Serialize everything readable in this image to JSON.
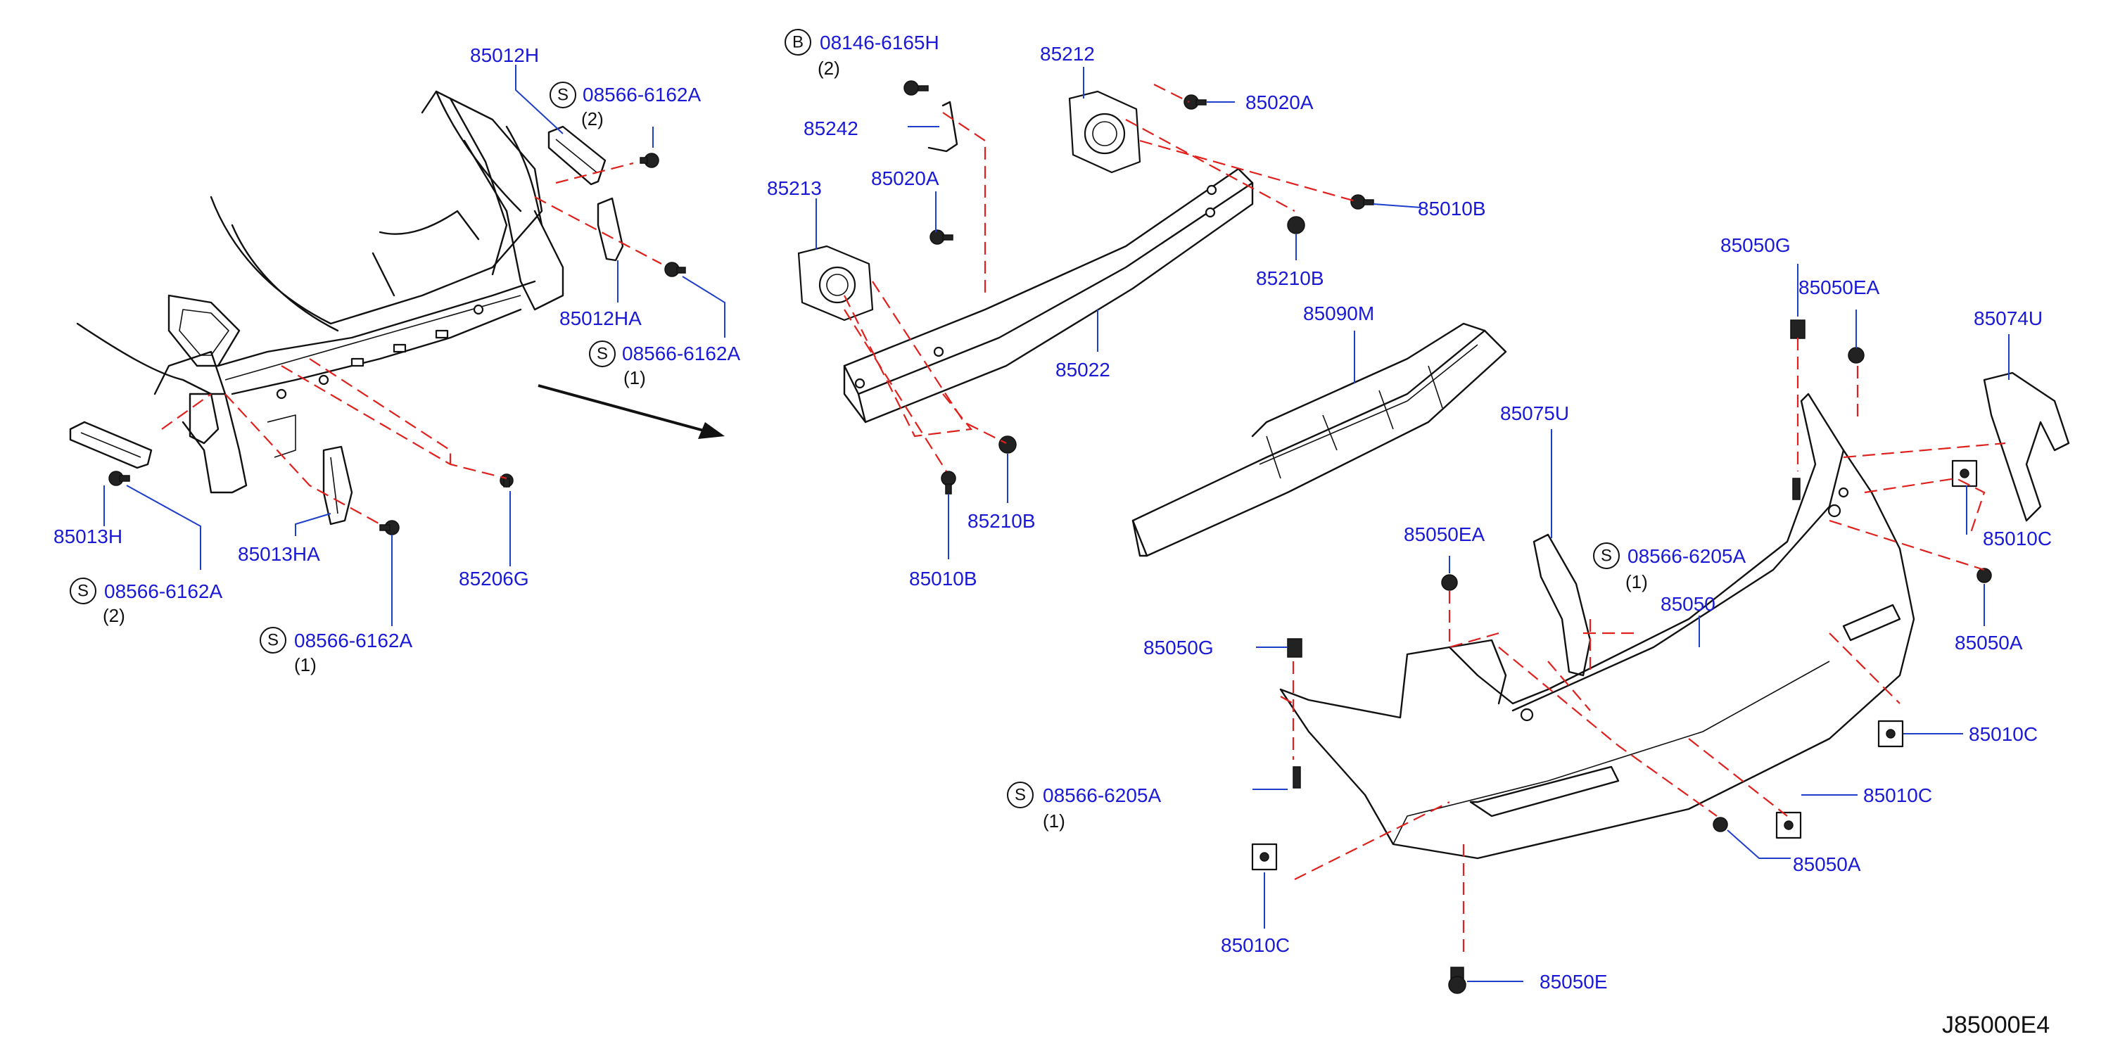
{
  "diagram_code": "J85000E4",
  "callouts": [
    {
      "text": "85012H"
    },
    {
      "text": "08566-6162A",
      "symbol": "S",
      "qty": "(2)"
    },
    {
      "text": "08566-6162A",
      "symbol": "S",
      "qty": "(1)"
    },
    {
      "text": "85012HA"
    },
    {
      "text": "85013H"
    },
    {
      "text": "08566-6162A",
      "symbol": "S",
      "qty": "(2)"
    },
    {
      "text": "85013HA"
    },
    {
      "text": "08566-6162A",
      "symbol": "S",
      "qty": "(1)"
    },
    {
      "text": "85206G"
    },
    {
      "text": "08146-6165H",
      "symbol": "B",
      "qty": "(2)"
    },
    {
      "text": "85242"
    },
    {
      "text": "85213"
    },
    {
      "text": "85020A"
    },
    {
      "text": "85212"
    },
    {
      "text": "85020A"
    },
    {
      "text": "85010B"
    },
    {
      "text": "85210B"
    },
    {
      "text": "85022"
    },
    {
      "text": "85210B"
    },
    {
      "text": "85010B"
    },
    {
      "text": "85090M"
    },
    {
      "text": "85050G"
    },
    {
      "text": "85050EA"
    },
    {
      "text": "85074U"
    },
    {
      "text": "85075U"
    },
    {
      "text": "85050EA"
    },
    {
      "text": "08566-6205A",
      "symbol": "S",
      "qty": "(1)"
    },
    {
      "text": "85050"
    },
    {
      "text": "85010C"
    },
    {
      "text": "85050A"
    },
    {
      "text": "85050G"
    },
    {
      "text": "85010C"
    },
    {
      "text": "08566-6205A",
      "symbol": "S",
      "qty": "(1)"
    },
    {
      "text": "85010C"
    },
    {
      "text": "85050A"
    },
    {
      "text": "85010C"
    },
    {
      "text": "85050E"
    }
  ]
}
